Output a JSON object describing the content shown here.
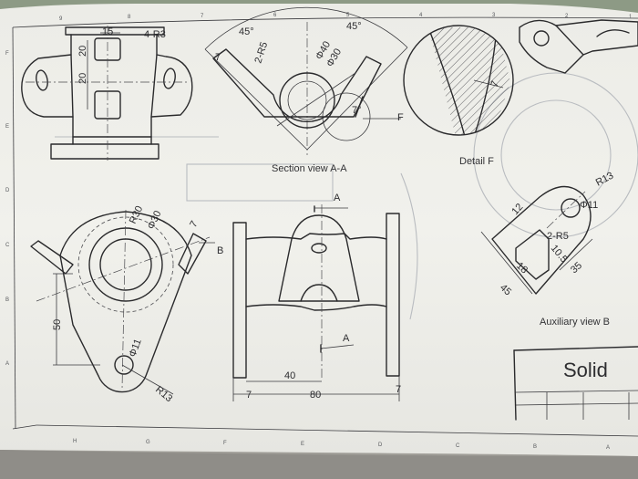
{
  "drawing": {
    "title_block": {
      "title": "Solid"
    },
    "views": {
      "top": {
        "dims": [
          "15",
          "4-R3",
          "20",
          "20"
        ]
      },
      "section": {
        "caption": "Section view A-A",
        "dims": [
          "45°",
          "45°",
          "2-R5",
          "Φ40",
          "Φ30",
          "7",
          "7°"
        ],
        "detail_marker": "F"
      },
      "detail": {
        "caption": "Detail F",
        "dims": [
          "7"
        ]
      },
      "front": {
        "dims": [
          "R30",
          "Φ30",
          "7",
          "50",
          "Φ11",
          "R13"
        ],
        "view_arrow": "B"
      },
      "side": {
        "dims": [
          "40",
          "80",
          "7",
          "7"
        ],
        "section_marker_top": "A",
        "section_marker_bottom": "A"
      },
      "auxiliary": {
        "caption": "Auxiliary view B",
        "dims": [
          "R13",
          "Φ11",
          "12",
          "2-R5",
          "18",
          "10.5",
          "35",
          "45"
        ]
      }
    },
    "border_marks": {
      "top": [
        "9",
        "8",
        "7",
        "6",
        "5",
        "4",
        "3",
        "2",
        "1"
      ],
      "left": [
        "F",
        "E",
        "D",
        "C",
        "B",
        "A"
      ],
      "bottom": [
        "H",
        "G",
        "F",
        "E",
        "D",
        "C",
        "B",
        "A"
      ]
    }
  }
}
